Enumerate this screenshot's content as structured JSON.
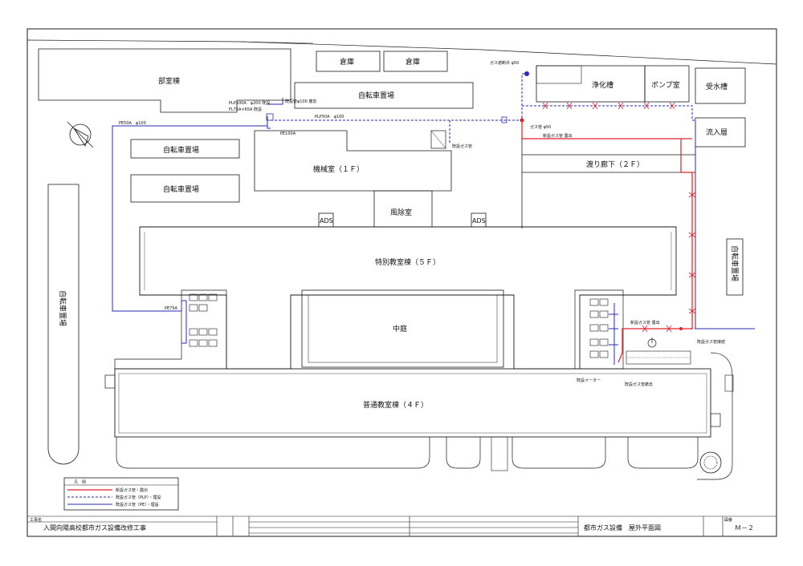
{
  "buildings": {
    "club": "部室棟",
    "warehouse1": "倉庫",
    "warehouse2": "倉庫",
    "septic": "浄化槽",
    "pump": "ポンプ室",
    "water_tank": "受水槽",
    "inflow": "流入層",
    "bike_top": "自転車置場",
    "bike_left1": "自転車置場",
    "bike_left2": "自転車置場",
    "bike_far_left": "自転車置場",
    "bike_right": "自転車置場",
    "machine": "機械室（１Ｆ）",
    "corridor": "渡り廊下（２Ｆ）",
    "windroom": "風除室",
    "ads1": "ADS",
    "ads2": "ADS",
    "special": "特別教室棟（５Ｆ）",
    "courtyard": "中庭",
    "general": "普通教室棟（４Ｆ）"
  },
  "legend": {
    "title": "凡　例",
    "items": [
      {
        "label": "新設ガス管・露出",
        "color": "#e0202a"
      },
      {
        "label": "既設ガス管（PLP）・埋設",
        "color": "#2a2ab8",
        "dashed": true
      },
      {
        "label": "既設ガス管（PE）・埋設",
        "color": "#2a2ab8"
      }
    ]
  },
  "title_block": {
    "project_label": "工事名",
    "project": "入間向陽高校都市ガス設備改修工事",
    "drawing": "都市ガス設備　屋外平面図",
    "number_label": "図番",
    "number": "Ｍ－２"
  },
  "annotations": {
    "a1": "PLP100A　φ200  既設",
    "a2": "FL75A×65A 既設",
    "a3": "既設管φ100 撤去",
    "a4": "PLP50A　φ100",
    "a5": "PE50A　φ100",
    "a6": "新設ガス管 露出",
    "a7": "ガス遮断弁 φ50",
    "a8": "PE75A",
    "a9": "PE100A",
    "a10": "既設ガス管",
    "a11": "ガス栓 φ50",
    "a12": "既設メーター",
    "a13": "新設ガス管 露出",
    "a14": "既設ガス管接続",
    "a15": "既設ガス管撤去"
  },
  "colors": {
    "new_pipe": "#e0202a",
    "existing_pipe": "#2a2ab8",
    "line": "#1a1a1a"
  }
}
